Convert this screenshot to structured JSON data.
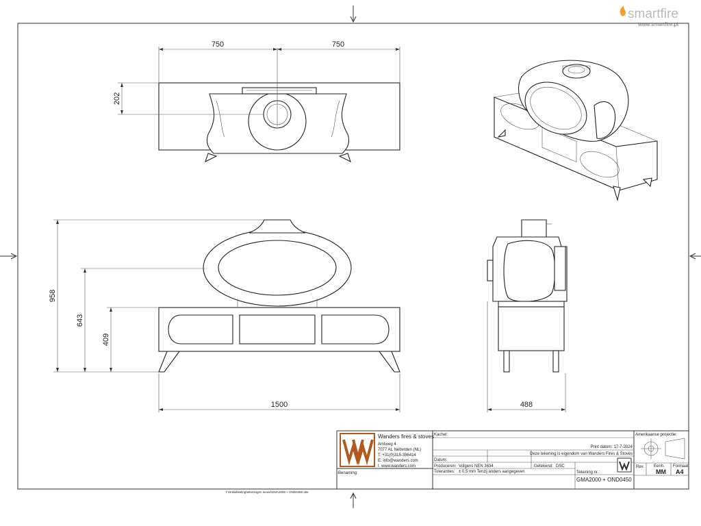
{
  "brand": {
    "name": "smartfire",
    "url": "www.smartfire.pt",
    "accent": "#f0a030"
  },
  "dimensions": {
    "top_left_width": "750",
    "top_right_width": "750",
    "top_depth": "202",
    "front_total_height": "958",
    "front_mid_height": "643",
    "front_base_height": "409",
    "front_width": "1500",
    "side_width": "488"
  },
  "title_block": {
    "company": "Wanders fires & stoves",
    "address1": "Amtweg 4",
    "address2": "7077 AL Netterden (NL)",
    "phone": "T. +31(0)315-386414",
    "email": "E. info@wanders.com",
    "web": "I. www.wanders.com",
    "benaming_label": "Benaming:",
    "kachel_label": "Kachel:",
    "print_date": "Print datum: 17-7-2024",
    "ownership": "Deze tekening is eigendom van Wanders Fires & Stoves",
    "datum_label": "Datum:",
    "produceren_label": "Produceren:",
    "produceren_value": "Volgens NEN 3634",
    "getekend_label": "Getekend:",
    "getekend_value": "DSC",
    "toleranties_label": "Toleranties:",
    "toleranties_value": "± 0,5 mm Tenzij anders aangegeven",
    "tekening_label": "Tekening nr.:",
    "tekening_value": "GMA2000 + OND0450",
    "projection_label": "Amerikaanse projectie:",
    "rev_label": "Rev.",
    "eenh_label": "Eenh.",
    "eenh_value": "MM",
    "formaat_label": "Formaat",
    "formaat_value": "A4",
    "file_path": "I:\\Ontwikkeling\\tekeningen nieuw\\GMA2000 + OND0450.idw"
  }
}
